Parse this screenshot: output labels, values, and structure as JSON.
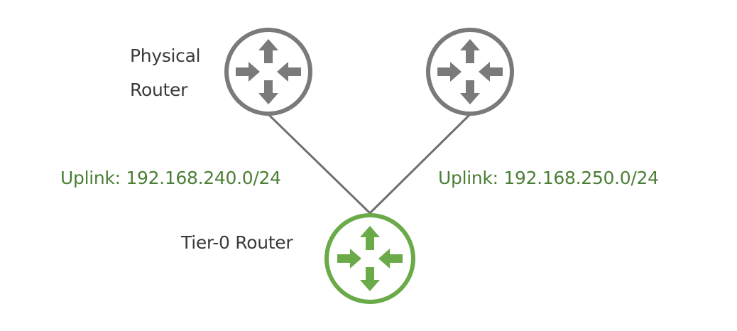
{
  "diagram": {
    "title": "",
    "nodes": [
      {
        "id": "physical-router-1",
        "label": "Physical\nRouter",
        "label_lines": [
          "Physical",
          "Router"
        ],
        "type": "router",
        "icon": "router-icon",
        "color": "#7a7a7a"
      },
      {
        "id": "physical-router-2",
        "label": "",
        "type": "router",
        "icon": "router-icon",
        "color": "#7a7a7a"
      },
      {
        "id": "tier0-router",
        "label": "Tier-0 Router",
        "type": "router",
        "icon": "router-icon",
        "color": "#6aaa48"
      }
    ],
    "edges": [
      {
        "from": "physical-router-1",
        "to": "tier0-router",
        "label": "Uplink: 192.168.240.0/24",
        "color": "#6f6f6f"
      },
      {
        "from": "physical-router-2",
        "to": "tier0-router",
        "label": "Uplink: 192.168.250.0/24",
        "color": "#6f6f6f"
      }
    ]
  },
  "labels": {
    "physical_router_line1": "Physical",
    "physical_router_line2": "Router",
    "tier0_router": "Tier-0 Router",
    "uplink_left": "Uplink: 192.168.240.0/24",
    "uplink_right": "Uplink: 192.168.250.0/24"
  },
  "colors": {
    "router_gray": "#7a7a7a",
    "router_green": "#6aaa48",
    "label_green": "#4b7f36",
    "label_dark": "#3a3a3a",
    "link_gray": "#6f6f6f"
  }
}
